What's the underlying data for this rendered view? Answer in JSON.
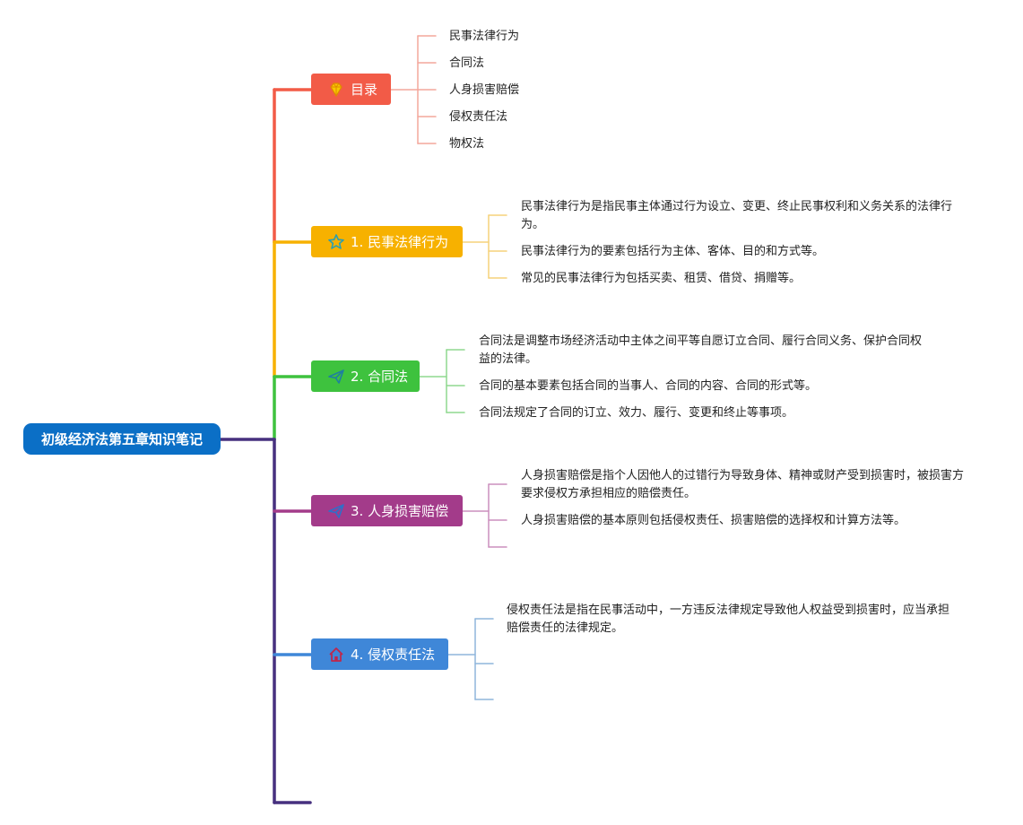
{
  "root": {
    "label": "初级经济法第五章知识笔记"
  },
  "branches": [
    {
      "label": "目录",
      "color": "#f25b47",
      "icon": "gem-icon",
      "leaves": [
        "民事法律行为",
        "合同法",
        "人身损害赔偿",
        "侵权责任法",
        "物权法"
      ]
    },
    {
      "label": "1. 民事法律行为",
      "color": "#f7b100",
      "icon": "star-icon",
      "leaves": [
        "民事法律行为是指民事主体通过行为设立、变更、终止民事权利和义务关系的法律行为。",
        "民事法律行为的要素包括行为主体、客体、目的和方式等。",
        "常见的民事法律行为包括买卖、租赁、借贷、捐赠等。"
      ]
    },
    {
      "label": "2. 合同法",
      "color": "#3ec23e",
      "icon": "paper-plane-icon",
      "leaves": [
        "合同法是调整市场经济活动中主体之间平等自愿订立合同、履行合同义务、保护合同权益的法律。",
        "合同的基本要素包括合同的当事人、合同的内容、合同的形式等。",
        "合同法规定了合同的订立、效力、履行、变更和终止等事项。"
      ]
    },
    {
      "label": "3. 人身损害赔偿",
      "color": "#a33b8a",
      "icon": "paper-plane-icon",
      "leaves": [
        "人身损害赔偿是指个人因他人的过错行为导致身体、精神或财产受到损害时，被损害方要求侵权方承担相应的赔偿责任。",
        "人身损害赔偿的基本原则包括侵权责任、损害赔偿的选择权和计算方法等。",
        ""
      ]
    },
    {
      "label": "4. 侵权责任法",
      "color": "#3f87d8",
      "icon": "house-icon",
      "leaves": [
        "侵权责任法是指在民事活动中，一方违反法律规定导致他人权益受到损害时，应当承担赔偿责任的法律规定。",
        "",
        ""
      ]
    }
  ],
  "trunk_color": "#47307f"
}
